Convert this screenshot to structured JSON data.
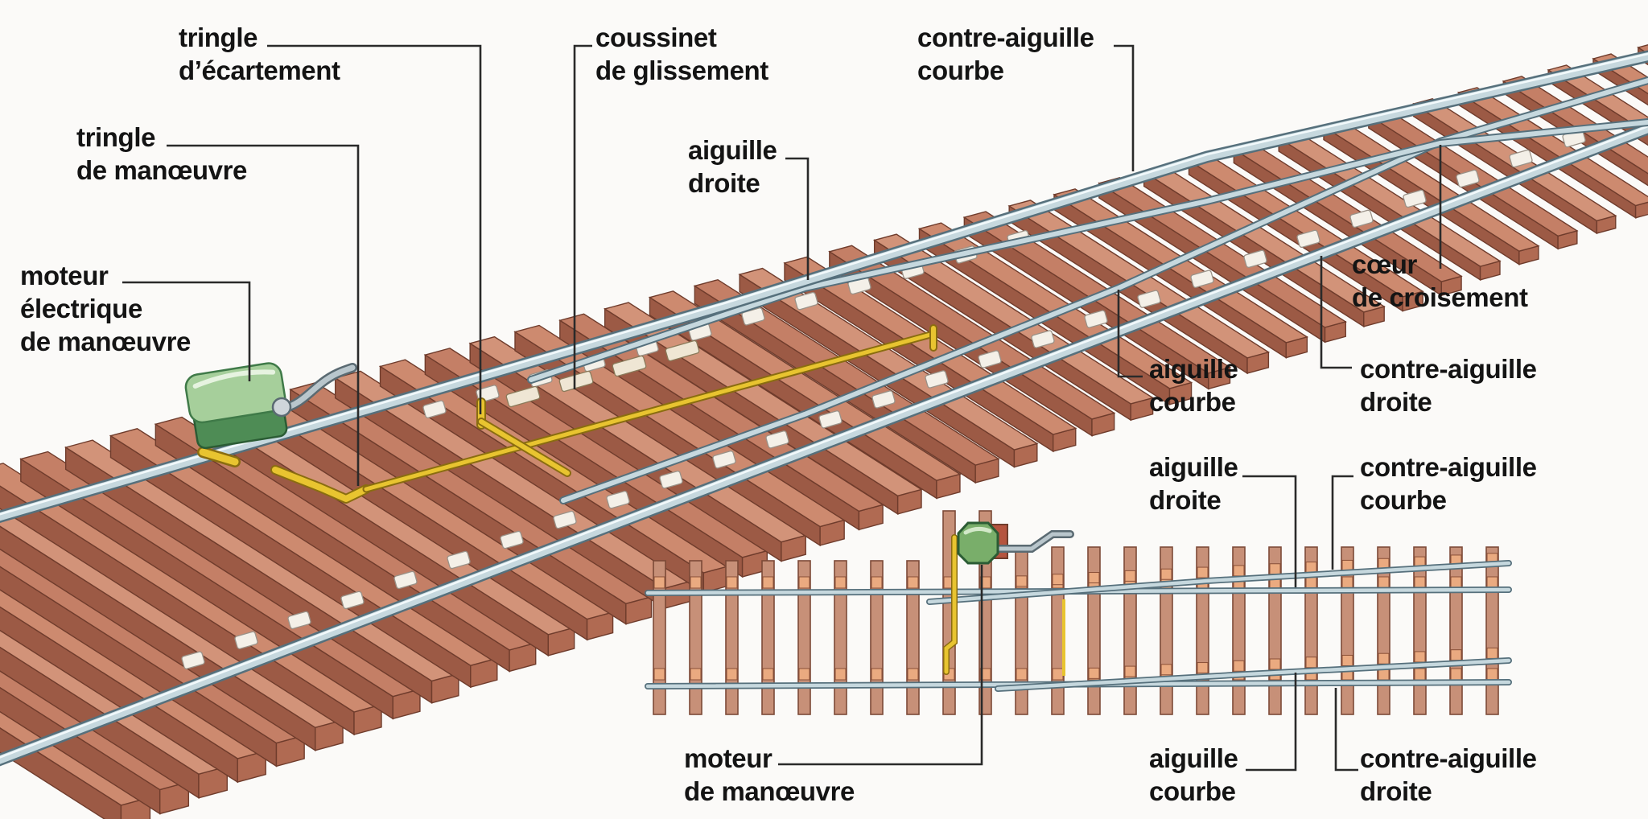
{
  "figure": {
    "background": "#fbfaf8",
    "colors": {
      "tie_top": "#c98876",
      "tie_side": "#9c5a45",
      "tie_outline": "#6f3c2c",
      "plan_tie": "#c79078",
      "plan_pad": "#eaaa80",
      "rail_fill": "#c6d8de",
      "rail_edge": "#56707c",
      "rail_highlight": "#f2f9fb",
      "rod_yellow": "#e8c430",
      "rod_yellow_edge": "#8a6d10",
      "motor_green_top": "#a6cf9b",
      "motor_green_side": "#4e8c55",
      "motor_green_outline": "#2b5c34",
      "leader": "#2a2a2a",
      "label_text": "#141414"
    },
    "labels": {
      "tringle_ecartement": [
        "tringle",
        "d’écartement"
      ],
      "coussinet_glissement": [
        "coussinet",
        "de glissement"
      ],
      "contre_aiguille_courbe_iso": [
        "contre-aiguille",
        "courbe"
      ],
      "tringle_manoeuvre": [
        "tringle",
        "de manœuvre"
      ],
      "aiguille_droite_iso": [
        "aiguille",
        "droite"
      ],
      "moteur_electrique": [
        "moteur",
        "électrique",
        "de manœuvre"
      ],
      "coeur_croisement": [
        "cœur",
        "de croisement"
      ],
      "aiguille_courbe_iso": [
        "aiguille",
        "courbe"
      ],
      "contre_aiguille_droite_iso": [
        "contre-aiguille",
        "droite"
      ],
      "aiguille_droite_plan": [
        "aiguille",
        "droite"
      ],
      "contre_aiguille_courbe_plan": [
        "contre-aiguille",
        "courbe"
      ],
      "moteur_plan": [
        "moteur",
        "de manœuvre"
      ],
      "aiguille_courbe_plan": [
        "aiguille",
        "courbe"
      ],
      "contre_aiguille_droite_plan": [
        "contre-aiguille",
        "droite"
      ]
    }
  }
}
